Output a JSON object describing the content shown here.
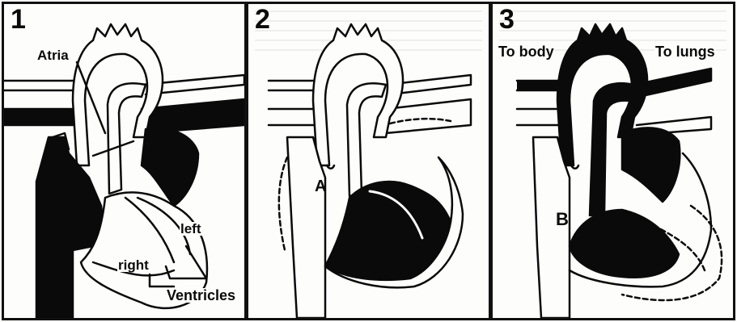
{
  "panels": [
    {
      "number": "1",
      "labels": {
        "atria": "Atria",
        "right": "right",
        "left": "left",
        "ventricles": "Ventricles"
      }
    },
    {
      "number": "2",
      "labels": {
        "a": "A"
      }
    },
    {
      "number": "3",
      "labels": {
        "to_body": "To body",
        "to_lungs": "To lungs",
        "b": "B"
      }
    }
  ],
  "colors": {
    "ink": "#0a0a0a",
    "paper": "#fdfdfb",
    "border": "#111111"
  }
}
